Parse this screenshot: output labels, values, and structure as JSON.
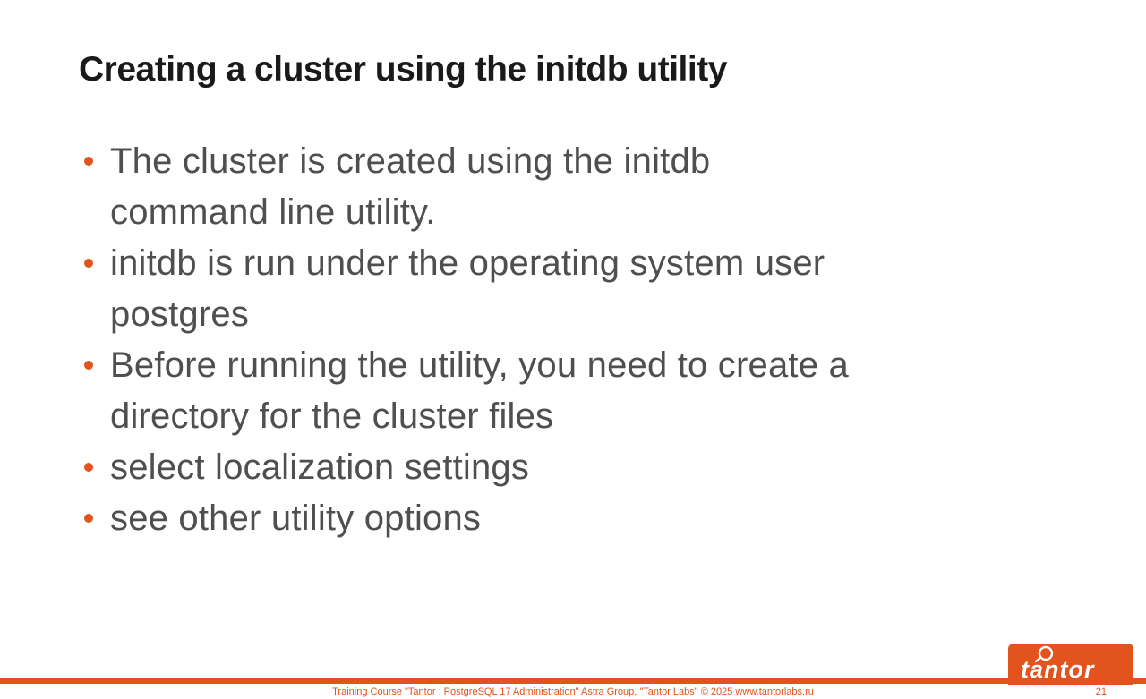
{
  "slide": {
    "title": "Creating a cluster using the initdb utility",
    "bullets": [
      [
        "The cluster is created using the initdb",
        "command line utility."
      ],
      [
        "initdb is run under the operating system user",
        "postgres"
      ],
      [
        "Before running the utility, you need to create a",
        "directory for the cluster files"
      ],
      [
        "select localization settings"
      ],
      [
        "see other utility options"
      ]
    ],
    "footer": {
      "text": "Training Course \"Tantor : PostgreSQL 17 Administration\" Astra Group, \"Tantor Labs\" © 2025  www.tantorlabs.ru",
      "page_number": "21",
      "logo_text": "tantor"
    },
    "colors": {
      "accent": "#e2531d",
      "title": "#1a1a1a",
      "body": "#4f4f4f"
    }
  }
}
